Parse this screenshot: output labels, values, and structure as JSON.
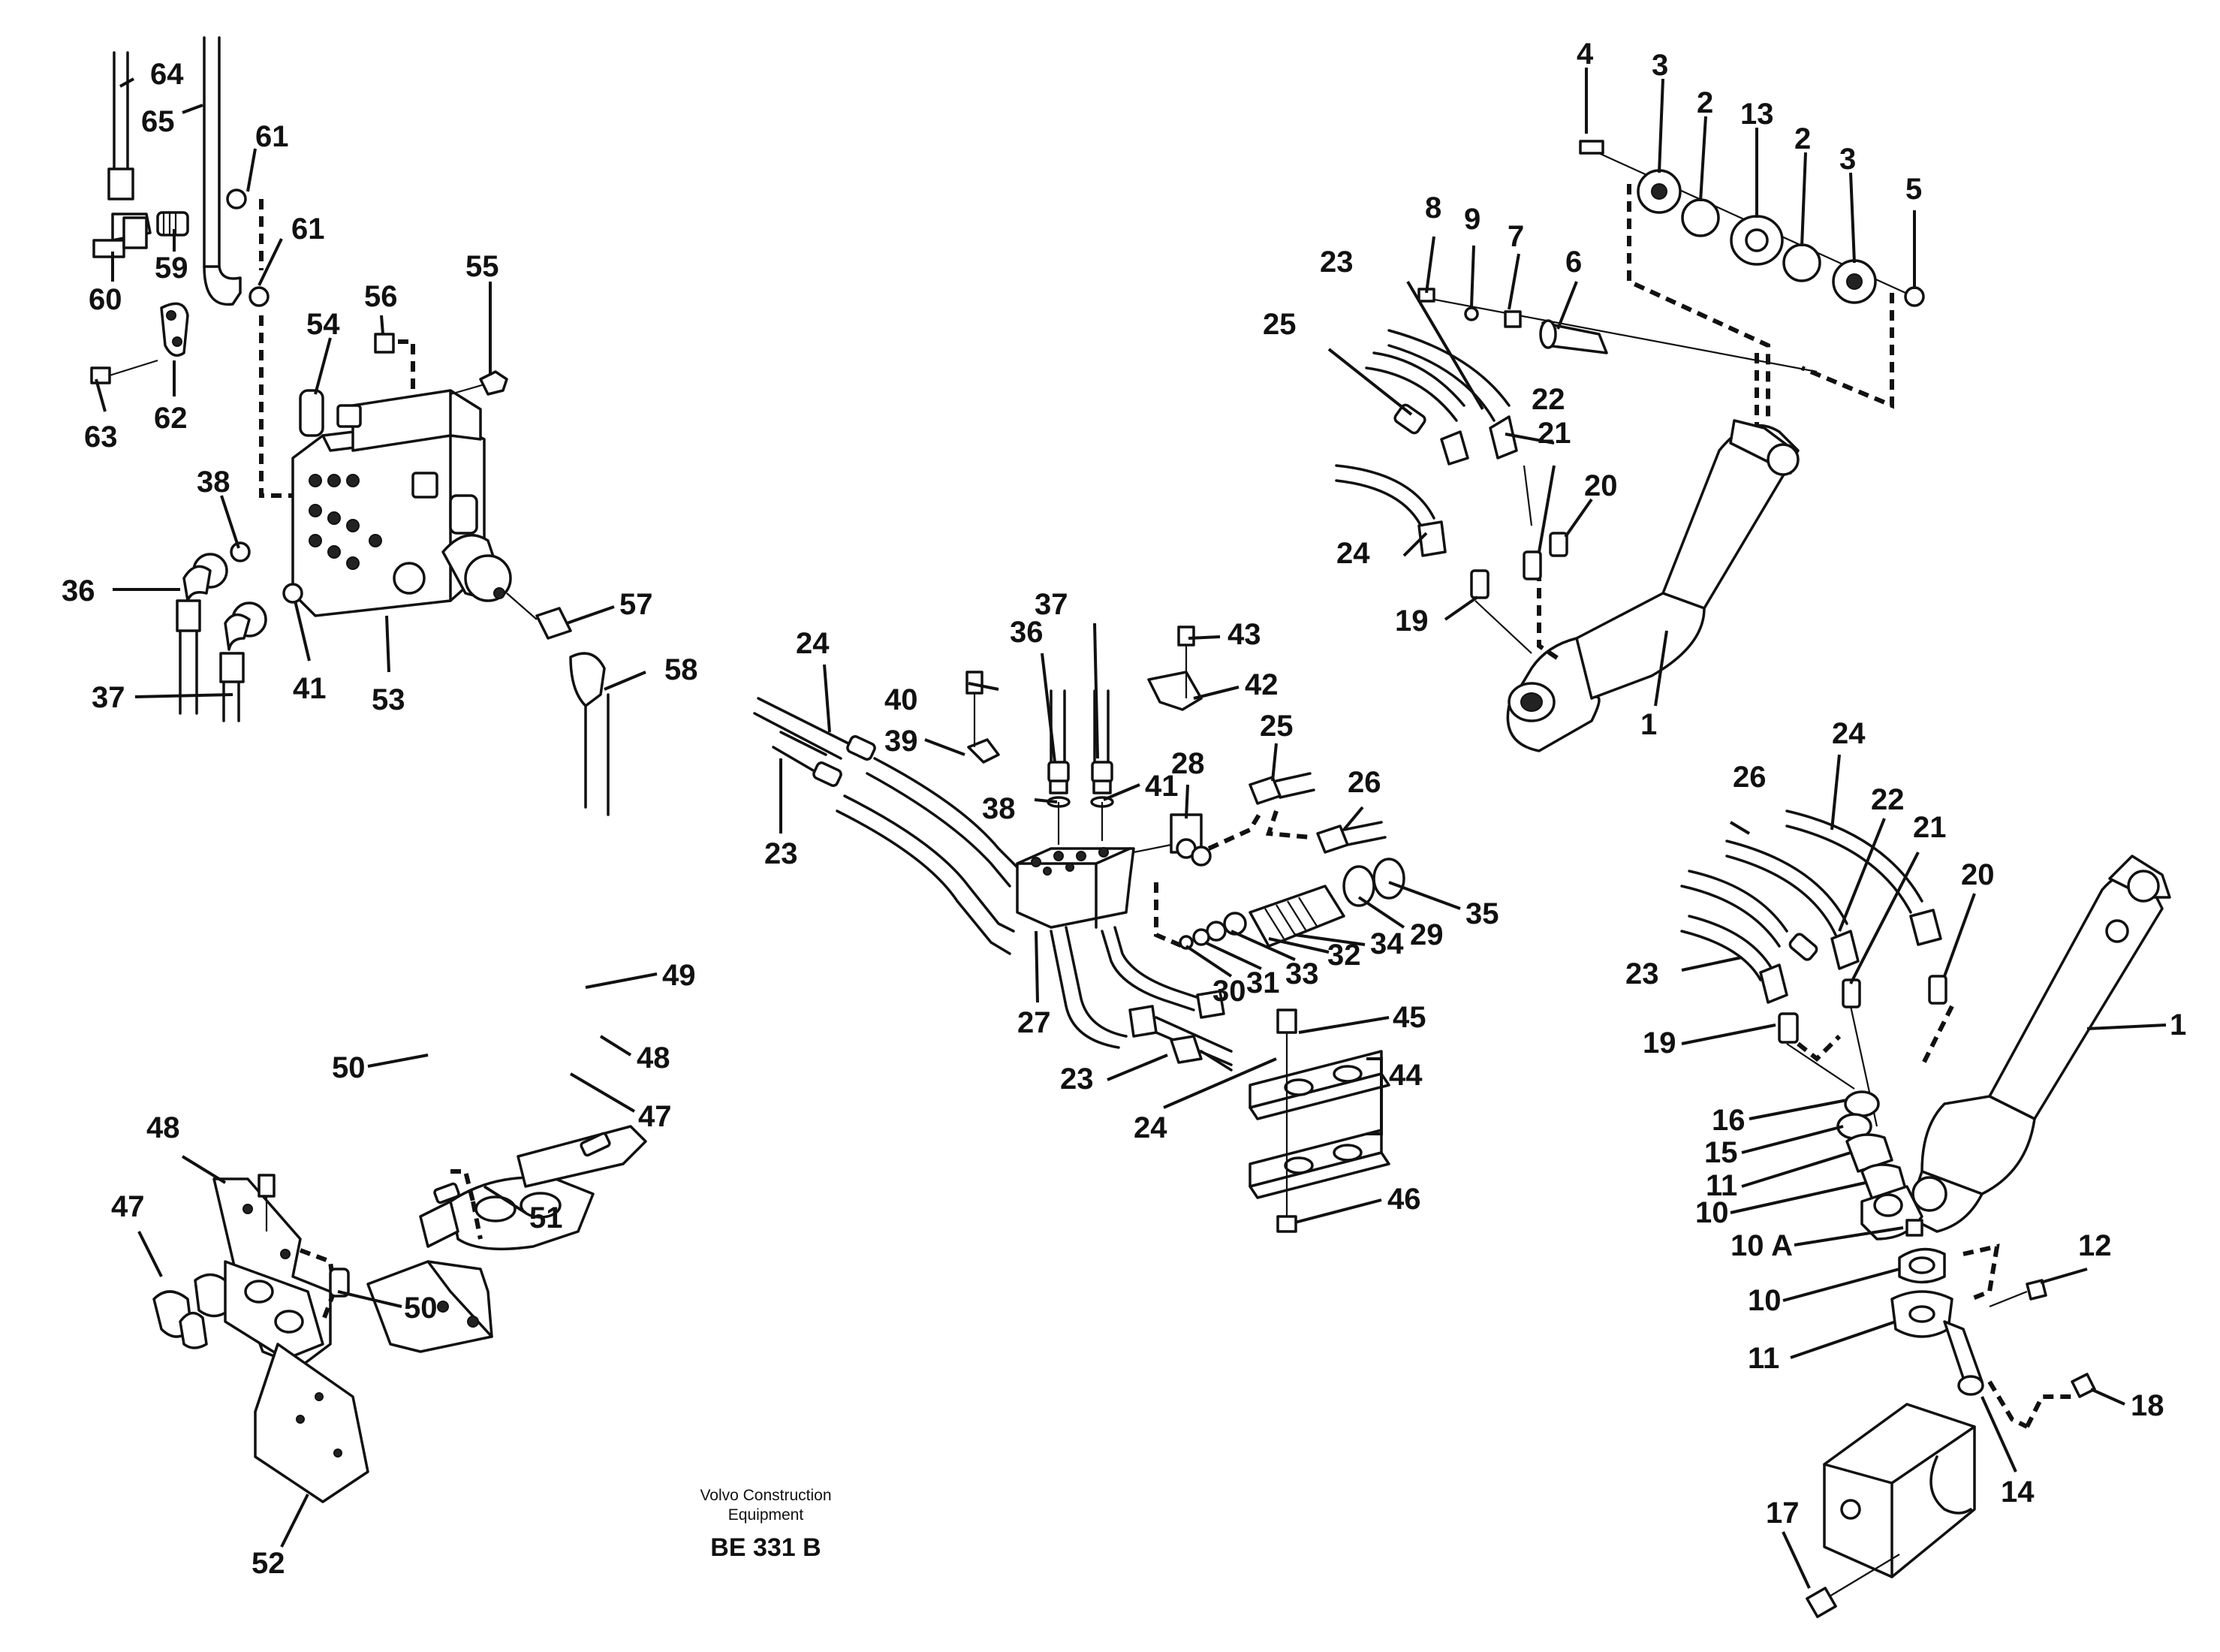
{
  "diagram": {
    "caption": {
      "company": "Volvo Construction",
      "line2": "Equipment",
      "code": "BE 331 B"
    },
    "labels": {
      "l64": "64",
      "l65": "65",
      "l61a": "61",
      "l61b": "61",
      "l59": "59",
      "l60": "60",
      "l63": "63",
      "l62": "62",
      "l54": "54",
      "l56": "56",
      "l55": "55",
      "l38a": "38",
      "l36a": "36",
      "l37a": "37",
      "l41a": "41",
      "l53": "53",
      "l57": "57",
      "l58": "58",
      "l4": "4",
      "l3a": "3",
      "l2a": "2",
      "l13": "13",
      "l2b": "2",
      "l3b": "3",
      "l5": "5",
      "l8": "8",
      "l9": "9",
      "l7": "7",
      "l6": "6",
      "l23a": "23",
      "l25a": "25",
      "l22a": "22",
      "l21a": "21",
      "l20a": "20",
      "l24a": "24",
      "l19a": "19",
      "l1a": "1",
      "l24b": "24",
      "l23b": "23",
      "l36b": "36",
      "l37b": "37",
      "l43": "43",
      "l42": "42",
      "l40": "40",
      "l39": "39",
      "l38b": "38",
      "l41b": "41",
      "l28": "28",
      "l25b": "25",
      "l26a": "26",
      "l35": "35",
      "l29": "29",
      "l34": "34",
      "l32": "32",
      "l33": "33",
      "l31": "31",
      "l30": "30",
      "l27": "27",
      "l45": "45",
      "l44": "44",
      "l23c": "23",
      "l24c": "24",
      "l46": "46",
      "l49": "49",
      "l48a": "48",
      "l50a": "50",
      "l47a": "47",
      "l51": "51",
      "l48b": "48",
      "l47b": "47",
      "l50b": "50",
      "l52": "52",
      "l26b": "26",
      "l24d": "24",
      "l22b": "22",
      "l21b": "21",
      "l20b": "20",
      "l23d": "23",
      "l1b": "1",
      "l19b": "19",
      "l16": "16",
      "l15": "15",
      "l11a": "11",
      "l10a": "10",
      "l10A": "10 A",
      "l12": "12",
      "l10b": "10",
      "l11b": "11",
      "l18": "18",
      "l17": "17",
      "l14": "14"
    }
  }
}
